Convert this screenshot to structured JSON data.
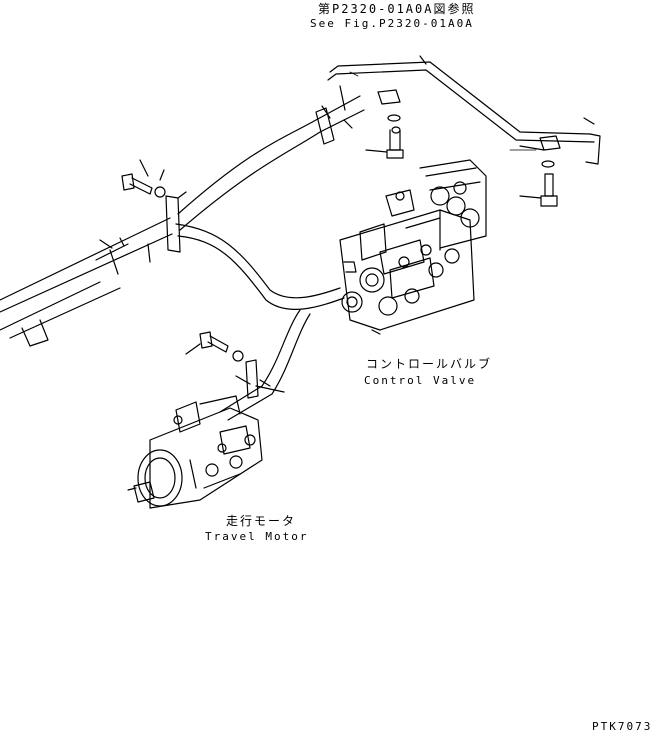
{
  "reference": {
    "ja": "第P2320-01A0A図参照",
    "en": "See Fig.P2320-01A0A"
  },
  "control_valve": {
    "ja": "コントロールバルブ",
    "en": "Control Valve"
  },
  "travel_motor": {
    "ja": "走行モータ",
    "en": "Travel Motor"
  },
  "drawing_code": "PTK7073",
  "colors": {
    "line": "#000000",
    "background": "#ffffff"
  }
}
